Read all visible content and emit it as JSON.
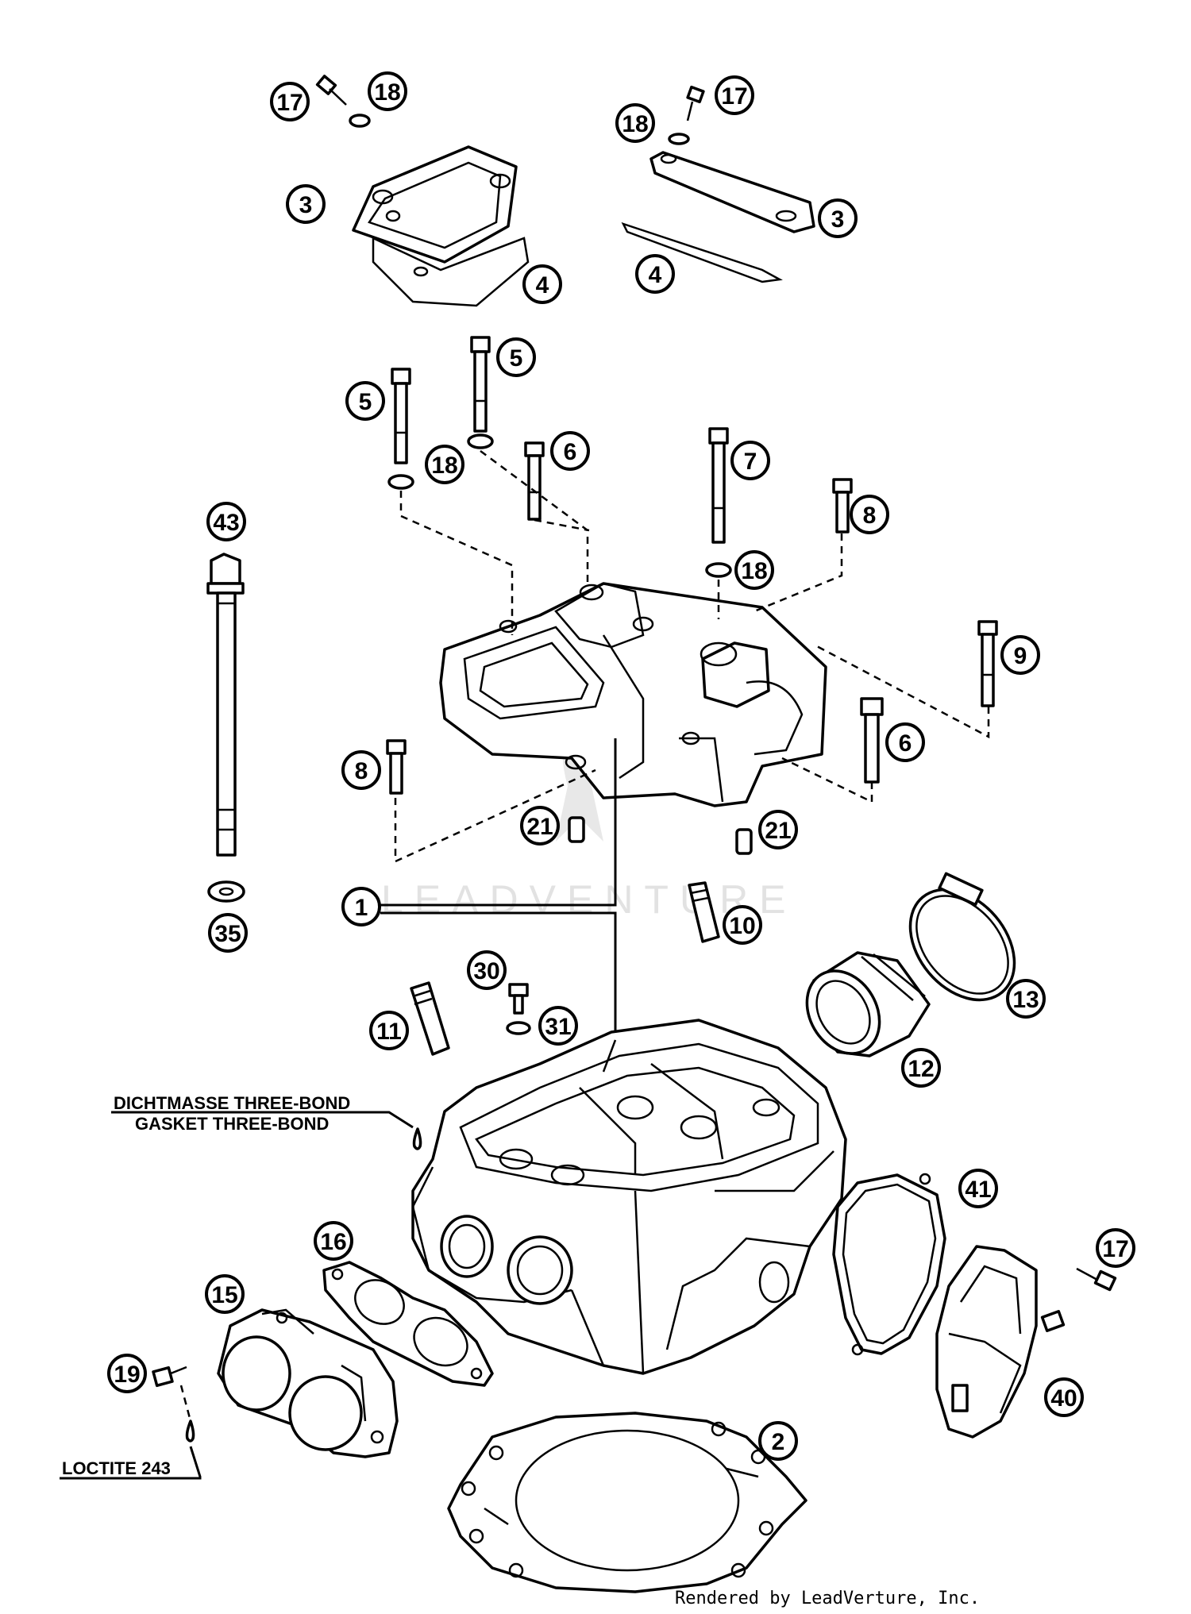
{
  "callouts": {
    "c17a": "17",
    "c18a": "18",
    "c3a": "3",
    "c4a": "4",
    "c17b": "17",
    "c18b": "18",
    "c3b": "3",
    "c4b": "4",
    "c5a": "5",
    "c5b": "5",
    "c18c": "18",
    "c6a": "6",
    "c7": "7",
    "c8a": "8",
    "c18d": "18",
    "c43": "43",
    "c9": "9",
    "c8b": "8",
    "c6b": "6",
    "c21a": "21",
    "c21b": "21",
    "c1": "1",
    "c35": "35",
    "c10": "10",
    "c13": "13",
    "c30": "30",
    "c11": "11",
    "c31": "31",
    "c12": "12",
    "c41": "41",
    "c16": "16",
    "c15": "15",
    "c17c": "17",
    "c19": "19",
    "c40": "40",
    "c2": "2"
  },
  "notes": {
    "dichtmasse": "DICHTMASSE THREE-BOND",
    "gasket": "GASKET THREE-BOND",
    "loctite": "LOCTITE 243"
  },
  "watermark": "LEADVENTURE",
  "credit": "Rendered by LeadVerture, Inc."
}
